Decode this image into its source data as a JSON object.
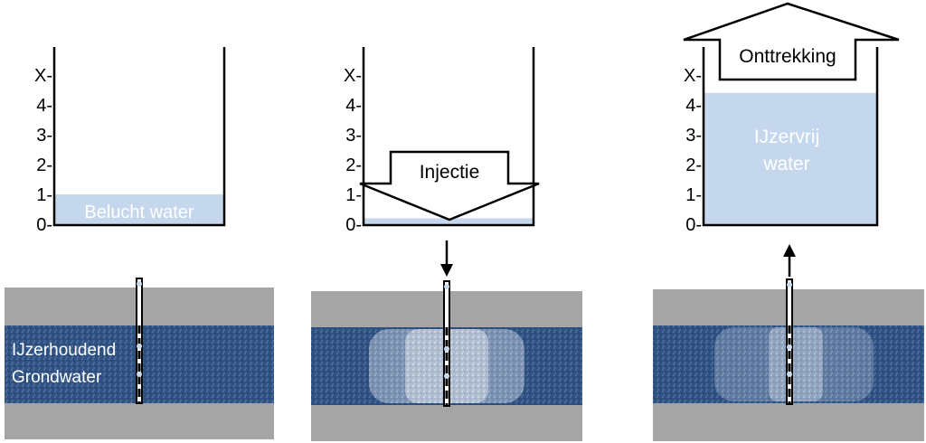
{
  "panels": [
    {
      "tank_label": "Belucht water",
      "ticks": [
        "0-",
        "1-",
        "2-",
        "3-",
        "4-",
        "X-"
      ],
      "water_level": 1,
      "aquifer_label_line1": "IJzerhoudend",
      "aquifer_label_line2": "Grondwater"
    },
    {
      "ticks": [
        "0-",
        "1-",
        "2-",
        "3-",
        "4-",
        "X-"
      ],
      "arrow_label": "Injectie",
      "water_level": 0.2
    },
    {
      "tank_label_line1": "IJzervrij",
      "tank_label_line2": "water",
      "ticks": [
        "0-",
        "1-",
        "2-",
        "3-",
        "4-",
        "X-"
      ],
      "arrow_label": "Onttrekking",
      "water_level": 4.4
    }
  ],
  "colors": {
    "ground_gray": "#a5a5a5",
    "aquifer_blue": "#2f5283",
    "tank_water": "#c5d7ed",
    "well_highlight": "#c8dcf0"
  }
}
